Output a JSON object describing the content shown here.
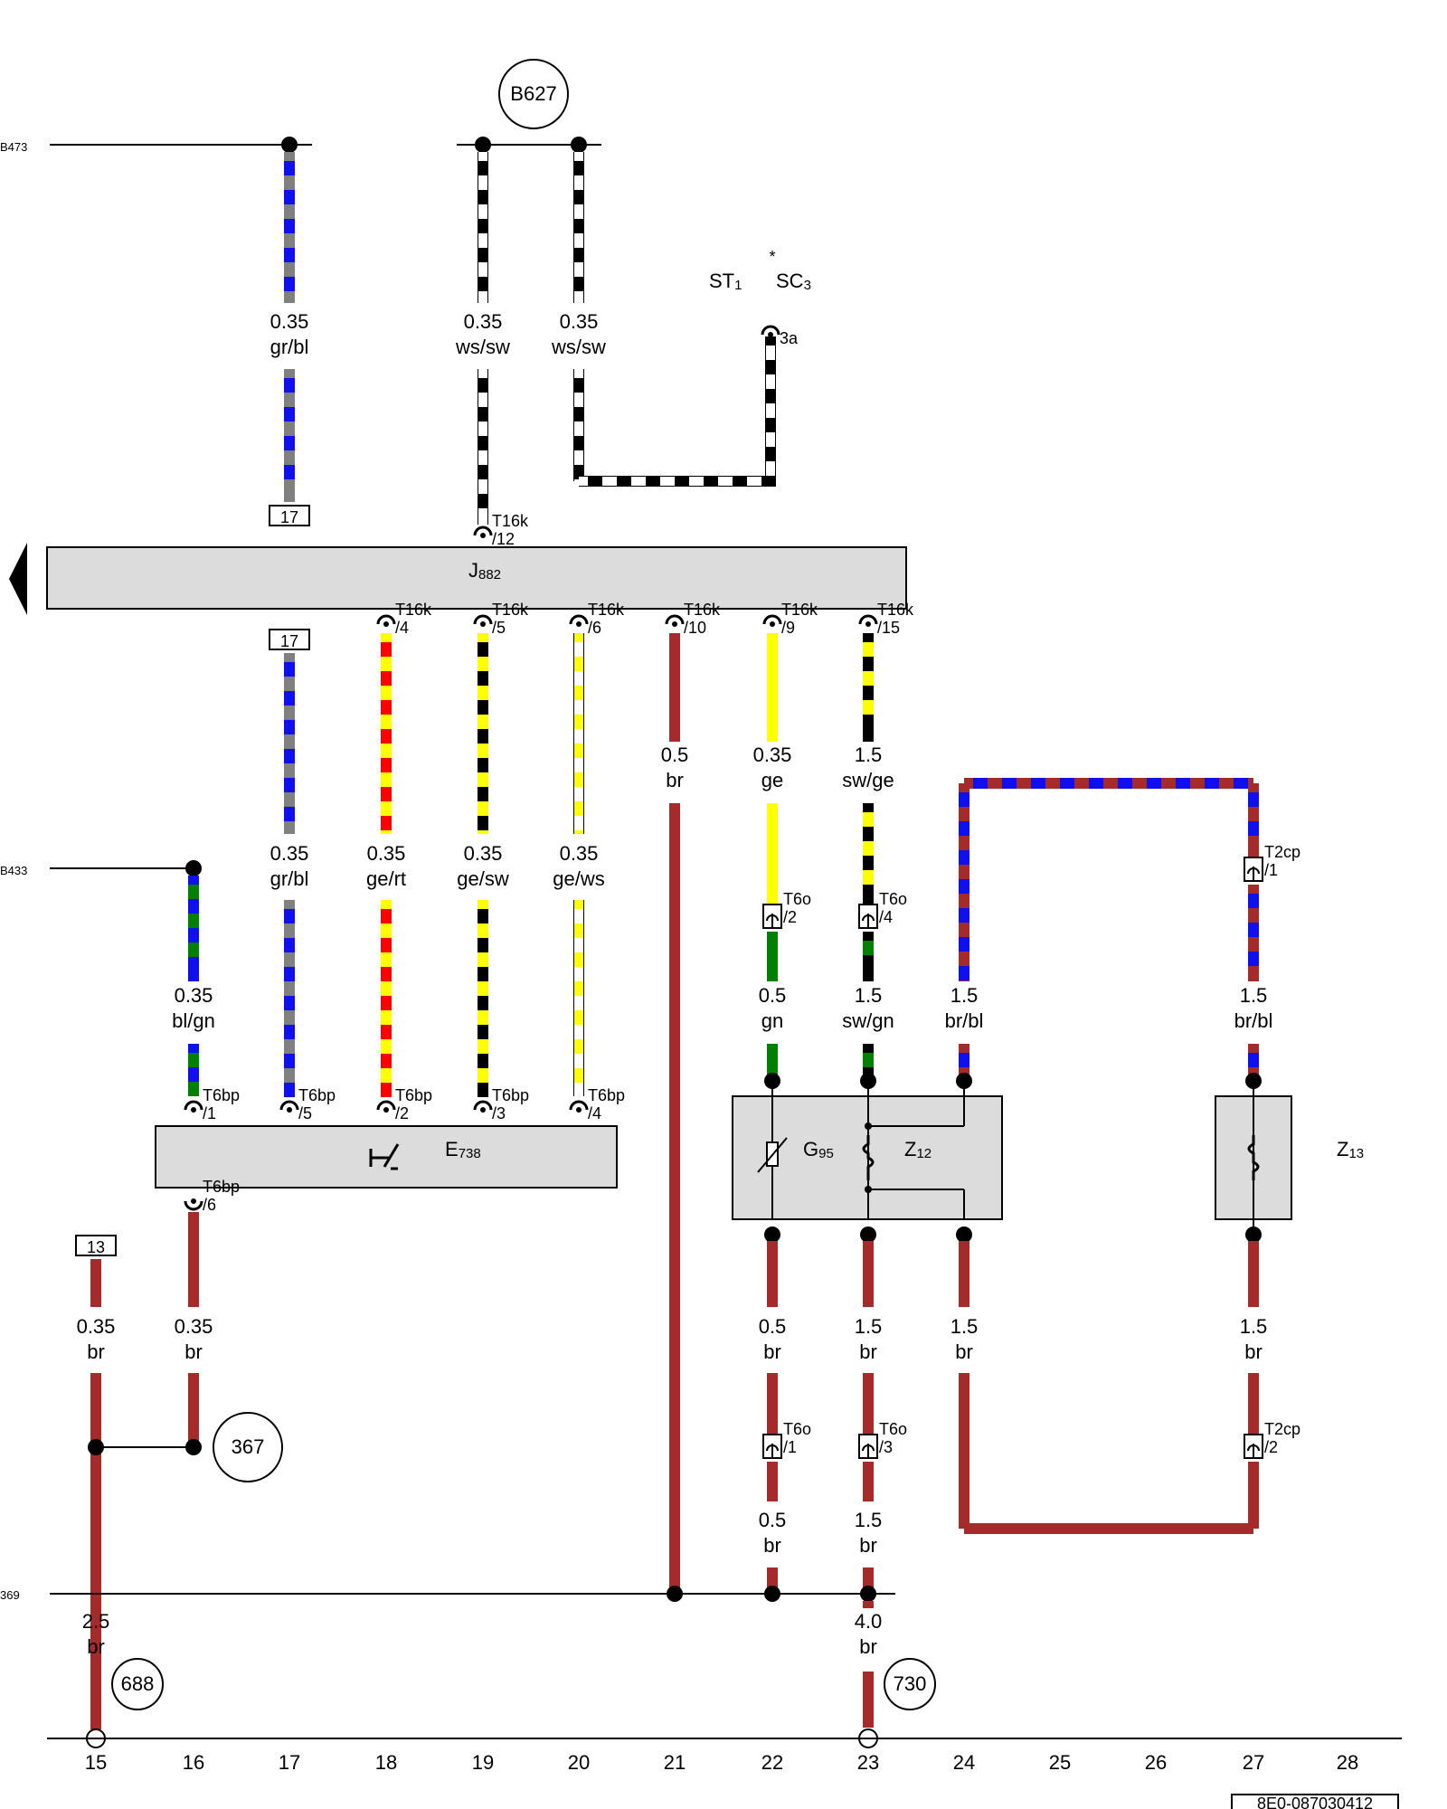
{
  "drawing_number": "8E0-087030412",
  "colors": {
    "br": "#a52a2a",
    "bl": "#1010ee",
    "gr": "#808080",
    "sw": "#000000",
    "ws": "#ffffff",
    "ge": "#ffff00",
    "rt": "#ff0000",
    "gn": "#008000",
    "component_fill": "#dcdcdc",
    "line": "#000000"
  },
  "columns": [
    "15",
    "16",
    "17",
    "18",
    "19",
    "20",
    "21",
    "22",
    "23",
    "24",
    "25",
    "26",
    "27",
    "28"
  ],
  "components": {
    "J882": {
      "code": "J",
      "sub": "882"
    },
    "E738": {
      "code": "E",
      "sub": "738",
      "icon": "heated-seat-switch-icon"
    },
    "G95": {
      "code": "G",
      "sub": "95",
      "icon": "temperature-sensor-icon"
    },
    "Z12": {
      "code": "Z",
      "sub": "12",
      "icon": "heating-element-icon"
    },
    "Z13": {
      "code": "Z",
      "sub": "13",
      "icon": "heating-element-icon"
    },
    "ST1": {
      "code": "ST",
      "sub": "1"
    },
    "SC3": {
      "code": "SC",
      "sub": "3",
      "mark": "*"
    }
  },
  "references": {
    "B627": "B627",
    "367": "367",
    "688": "688",
    "730": "730",
    "box17_top": "17",
    "box17_bottom": "17",
    "box13": "13"
  },
  "edge_refs": [
    "B473",
    "B433",
    "369"
  ],
  "connectors": [
    {
      "id": "t16k-12",
      "code": "T16k",
      "pin": "/12"
    },
    {
      "id": "t16k-4",
      "code": "T16k",
      "pin": "/4"
    },
    {
      "id": "t16k-5",
      "code": "T16k",
      "pin": "/5"
    },
    {
      "id": "t16k-6",
      "code": "T16k",
      "pin": "/6"
    },
    {
      "id": "t16k-10",
      "code": "T16k",
      "pin": "/10"
    },
    {
      "id": "t16k-9",
      "code": "T16k",
      "pin": "/9"
    },
    {
      "id": "t16k-15",
      "code": "T16k",
      "pin": "/15"
    },
    {
      "id": "sc3-3a",
      "code": "",
      "pin": "3a"
    },
    {
      "id": "t6bp-1",
      "code": "T6bp",
      "pin": "/1"
    },
    {
      "id": "t6bp-5",
      "code": "T6bp",
      "pin": "/5"
    },
    {
      "id": "t6bp-2",
      "code": "T6bp",
      "pin": "/2"
    },
    {
      "id": "t6bp-3",
      "code": "T6bp",
      "pin": "/3"
    },
    {
      "id": "t6bp-4",
      "code": "T6bp",
      "pin": "/4"
    },
    {
      "id": "t6bp-6",
      "code": "T6bp",
      "pin": "/6"
    },
    {
      "id": "t6o-2",
      "code": "T6o",
      "pin": "/2"
    },
    {
      "id": "t6o-4",
      "code": "T6o",
      "pin": "/4"
    },
    {
      "id": "t6o-1",
      "code": "T6o",
      "pin": "/1"
    },
    {
      "id": "t6o-3",
      "code": "T6o",
      "pin": "/3"
    },
    {
      "id": "t2cp-1",
      "code": "T2cp",
      "pin": "/1"
    },
    {
      "id": "t2cp-2",
      "code": "T2cp",
      "pin": "/2"
    }
  ],
  "wire_labels": [
    {
      "id": "w17-top",
      "size": "0.35",
      "color": "gr/bl"
    },
    {
      "id": "w19-top",
      "size": "0.35",
      "color": "ws/sw"
    },
    {
      "id": "w20-top",
      "size": "0.35",
      "color": "ws/sw"
    },
    {
      "id": "w21-j",
      "size": "0.5",
      "color": "br"
    },
    {
      "id": "w22-j",
      "size": "0.35",
      "color": "ge"
    },
    {
      "id": "w23-j",
      "size": "1.5",
      "color": "sw/ge"
    },
    {
      "id": "w17-e",
      "size": "0.35",
      "color": "gr/bl"
    },
    {
      "id": "w18-e",
      "size": "0.35",
      "color": "ge/rt"
    },
    {
      "id": "w19-e",
      "size": "0.35",
      "color": "ge/sw"
    },
    {
      "id": "w20-e",
      "size": "0.35",
      "color": "ge/ws"
    },
    {
      "id": "w16-e",
      "size": "0.35",
      "color": "bl/gn"
    },
    {
      "id": "w22-g",
      "size": "0.5",
      "color": "gn"
    },
    {
      "id": "w23-g",
      "size": "1.5",
      "color": "sw/gn"
    },
    {
      "id": "w24-g",
      "size": "1.5",
      "color": "br/bl"
    },
    {
      "id": "w27-g",
      "size": "1.5",
      "color": "br/bl"
    },
    {
      "id": "w15-low",
      "size": "0.35",
      "color": "br"
    },
    {
      "id": "w16-low",
      "size": "0.35",
      "color": "br"
    },
    {
      "id": "w22-low",
      "size": "0.5",
      "color": "br"
    },
    {
      "id": "w23-low",
      "size": "1.5",
      "color": "br"
    },
    {
      "id": "w24-low",
      "size": "1.5",
      "color": "br"
    },
    {
      "id": "w27-low",
      "size": "1.5",
      "color": "br"
    },
    {
      "id": "w22-low2",
      "size": "0.5",
      "color": "br"
    },
    {
      "id": "w23-low2",
      "size": "1.5",
      "color": "br"
    },
    {
      "id": "w15-gnd",
      "size": "2.5",
      "color": "br"
    },
    {
      "id": "w23-gnd",
      "size": "4.0",
      "color": "br"
    }
  ]
}
